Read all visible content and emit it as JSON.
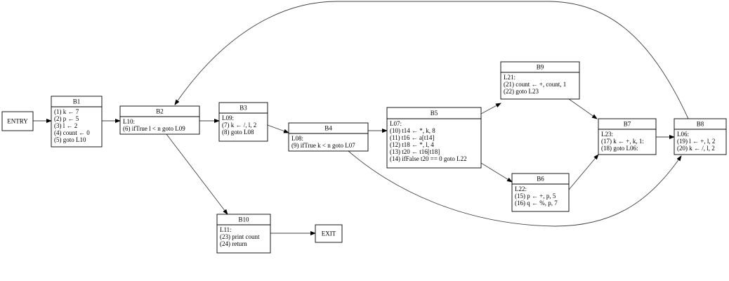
{
  "title": "Control Flow Graph",
  "nodes": [
    {
      "id": "ENTRY",
      "header": "ENTRY",
      "lines": []
    },
    {
      "id": "B1",
      "header": "B1",
      "lines": [
        "(1) k ← 7",
        "(2) p ← 5",
        "(3) l ← 2",
        "(4) count ← 0",
        "(5) goto L10"
      ]
    },
    {
      "id": "B2",
      "header": "B2",
      "lines": [
        "L10:",
        "(6) ifTrue l < n goto L09"
      ]
    },
    {
      "id": "B3",
      "header": "B3",
      "lines": [
        "L09:",
        "(7) k ← /, l, 2",
        "(8) goto L08"
      ]
    },
    {
      "id": "B4",
      "header": "B4",
      "lines": [
        "L08:",
        "(9) ifTrue k < n goto L07"
      ]
    },
    {
      "id": "B5",
      "header": "B5",
      "lines": [
        "L07:",
        "(10) t14 ← *, k, 8",
        "(11) t16 ← a[t14]",
        "(12) t18 ← *, l, 4",
        "(13) t20 ← t16[t18]",
        "(14) ifFalse t20 == 0 goto L22"
      ]
    },
    {
      "id": "B9",
      "header": "B9",
      "lines": [
        "L21:",
        "(21) count ← +, count, 1",
        "(22) goto L23"
      ]
    },
    {
      "id": "B6",
      "header": "B6",
      "lines": [
        "L22:",
        "(15) p ← +, p, 5",
        "(16) q ← %, p, 7"
      ]
    },
    {
      "id": "B7",
      "header": "B7",
      "lines": [
        "L23:",
        "(17) k ← +, k, 1:",
        "(18) goto L06:"
      ]
    },
    {
      "id": "B8",
      "header": "B8",
      "lines": [
        "L06:",
        "(19) l ← +, l, 2",
        "(20) k ← /, l, 2"
      ]
    },
    {
      "id": "B10",
      "header": "B10",
      "lines": [
        "L11:",
        "(23) print count",
        "(24) return"
      ]
    },
    {
      "id": "EXIT",
      "header": "EXIT",
      "lines": []
    }
  ],
  "edges": [
    {
      "from": "ENTRY",
      "to": "B1"
    },
    {
      "from": "B1",
      "to": "B2"
    },
    {
      "from": "B2",
      "to": "B3"
    },
    {
      "from": "B2",
      "to": "B10"
    },
    {
      "from": "B3",
      "to": "B4"
    },
    {
      "from": "B4",
      "to": "B5"
    },
    {
      "from": "B4",
      "to": "B8"
    },
    {
      "from": "B5",
      "to": "B9"
    },
    {
      "from": "B5",
      "to": "B6"
    },
    {
      "from": "B9",
      "to": "B7"
    },
    {
      "from": "B6",
      "to": "B7"
    },
    {
      "from": "B7",
      "to": "B8"
    },
    {
      "from": "B8",
      "to": "B2"
    },
    {
      "from": "B10",
      "to": "EXIT"
    }
  ]
}
